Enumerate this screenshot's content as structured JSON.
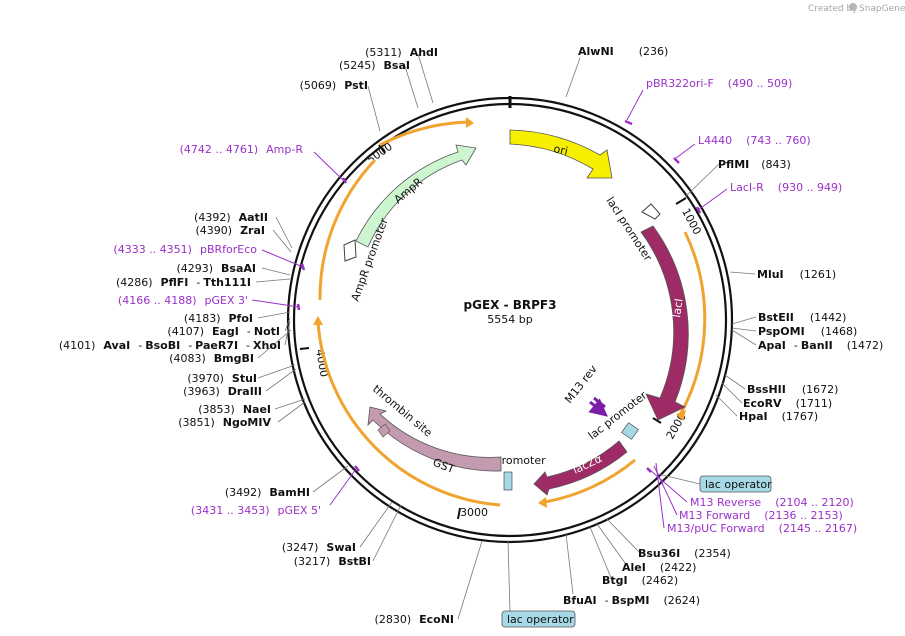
{
  "watermark": {
    "prefix": "Created by",
    "brand": "SnapGene"
  },
  "plasmid": {
    "name": "pGEX - BRPF3",
    "size": "5554 bp"
  },
  "ticks": [
    "1000",
    "2000",
    "3000",
    "4000",
    "5000"
  ],
  "enzymes_right": [
    {
      "name": "AlwNI",
      "pos": "(236)"
    },
    {
      "name": "PflMI",
      "pos": "(843)"
    },
    {
      "name": "MluI",
      "pos": "(1261)"
    },
    {
      "name": "BstEII",
      "pos": "(1442)"
    },
    {
      "name": "PspOMI",
      "pos": "(1468)"
    },
    {
      "name": "ApaI",
      "sep": "-",
      "name2": "BanII",
      "pos": "(1472)"
    },
    {
      "name": "BssHII",
      "pos": "(1672)"
    },
    {
      "name": "EcoRV",
      "pos": "(1711)"
    },
    {
      "name": "HpaI",
      "pos": "(1767)"
    },
    {
      "name": "Bsu36I",
      "pos": "(2354)"
    },
    {
      "name": "AleI",
      "pos": "(2422)"
    },
    {
      "name": "BtgI",
      "pos": "(2462)"
    },
    {
      "name": "BfuAI",
      "sep": "-",
      "name2": "BspMI",
      "pos": "(2624)"
    }
  ],
  "enzymes_left": [
    {
      "pos": "(5311)",
      "name": "AhdI"
    },
    {
      "pos": "(5245)",
      "name": "BsaI"
    },
    {
      "pos": "(5069)",
      "name": "PstI"
    },
    {
      "pos": "(4392)",
      "name": "AatII"
    },
    {
      "pos": "(4390)",
      "name": "ZraI"
    },
    {
      "pos": "(4293)",
      "name": "BsaAI"
    },
    {
      "pos": "(4286)",
      "name": "PflFI",
      "sep": "-",
      "name2": "Tth111I"
    },
    {
      "pos": "(4183)",
      "name": "PfoI"
    },
    {
      "pos": "(4107)",
      "name": "EagI",
      "sep": "-",
      "name2": "NotI"
    },
    {
      "pos": "(4101)",
      "name": "AvaI",
      "sep": "-",
      "name2": "BsoBI",
      "sep2": "-",
      "name3": "PaeR7I",
      "sep3": "-",
      "name4": "XhoI"
    },
    {
      "pos": "(4083)",
      "name": "BmgBI"
    },
    {
      "pos": "(3970)",
      "name": "StuI"
    },
    {
      "pos": "(3963)",
      "name": "DraIII"
    },
    {
      "pos": "(3853)",
      "name": "NaeI"
    },
    {
      "pos": "(3851)",
      "name": "NgoMIV"
    },
    {
      "pos": "(3492)",
      "name": "BamHI"
    },
    {
      "pos": "(3247)",
      "name": "SwaI"
    },
    {
      "pos": "(3217)",
      "name": "BstBI"
    },
    {
      "pos": "(2830)",
      "name": "EcoNI"
    }
  ],
  "primers": [
    {
      "name": "pBR322ori-F",
      "range": "(490 .. 509)"
    },
    {
      "name": "L4440",
      "range": "(743 .. 760)"
    },
    {
      "name": "LacI-R",
      "range": "(930 .. 949)"
    },
    {
      "name": "M13 Reverse",
      "range": "(2104 .. 2120)"
    },
    {
      "name": "M13 Forward",
      "range": "(2136 .. 2153)"
    },
    {
      "name": "M13/pUC Forward",
      "range": "(2145 .. 2167)"
    },
    {
      "range": "(4742 .. 4761)",
      "name": "Amp-R"
    },
    {
      "range": "(4333 .. 4351)",
      "name": "pBRforEco"
    },
    {
      "range": "(4166 .. 4188)",
      "name": "pGEX 3'"
    },
    {
      "range": "(3431 .. 3453)",
      "name": "pGEX 5'"
    }
  ],
  "features": {
    "ori": "ori",
    "lacI": "lacI",
    "lacI_promoter": "lacI promoter",
    "lac_promoter": "lac promoter",
    "M13_rev": "M13 rev",
    "lacZa": "lacZα",
    "tac_promoter": "tac promoter",
    "GST": "GST",
    "thrombin": "thrombin site",
    "AmpR": "AmpR",
    "AmpR_promoter": "AmpR promoter",
    "lac_operator_1": "lac operator",
    "lac_operator_2": "lac operator"
  },
  "colors": {
    "ori": "#f7ef00",
    "lacI": "#9e2b66",
    "GST": "#c49ab0",
    "AmpR": "#cdf5d0",
    "orf": "#f0a32e",
    "primer": "#9b30c9",
    "operator": "#a7d8e6"
  }
}
